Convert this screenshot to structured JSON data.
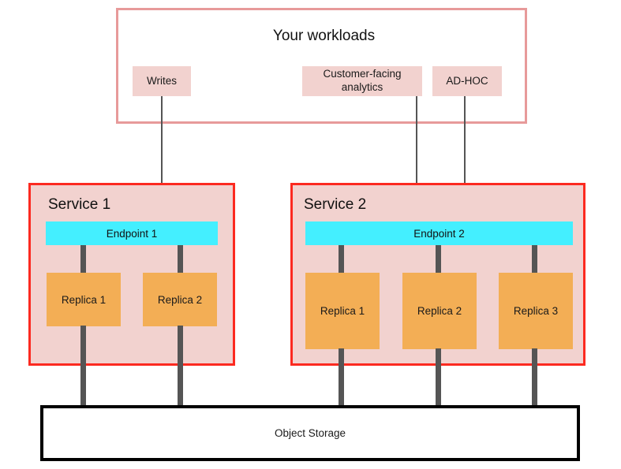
{
  "diagram": {
    "title": "Your workloads",
    "background": "#ffffff",
    "colors": {
      "workloads_border": "#e79a9a",
      "chip_fill": "#f2d2cf",
      "service_border": "#fc2a20",
      "service_fill": "#f2d2cf",
      "endpoint_fill": "#44efff",
      "replica_fill": "#f3ae55",
      "connector": "#555555",
      "storage_border": "#000000",
      "text": "#111111"
    }
  },
  "workloads": {
    "title": "Your workloads",
    "chips": [
      {
        "label": "Writes"
      },
      {
        "label": "Customer-facing analytics"
      },
      {
        "label": "AD-HOC"
      }
    ]
  },
  "services": [
    {
      "name": "Service 1",
      "endpoint": "Endpoint 1",
      "replicas": [
        {
          "label": "Replica 1"
        },
        {
          "label": "Replica 2"
        }
      ]
    },
    {
      "name": "Service 2",
      "endpoint": "Endpoint 2",
      "replicas": [
        {
          "label": "Replica 1"
        },
        {
          "label": "Replica 2"
        },
        {
          "label": "Replica 3"
        }
      ]
    }
  ],
  "storage": {
    "label": "Object Storage"
  }
}
